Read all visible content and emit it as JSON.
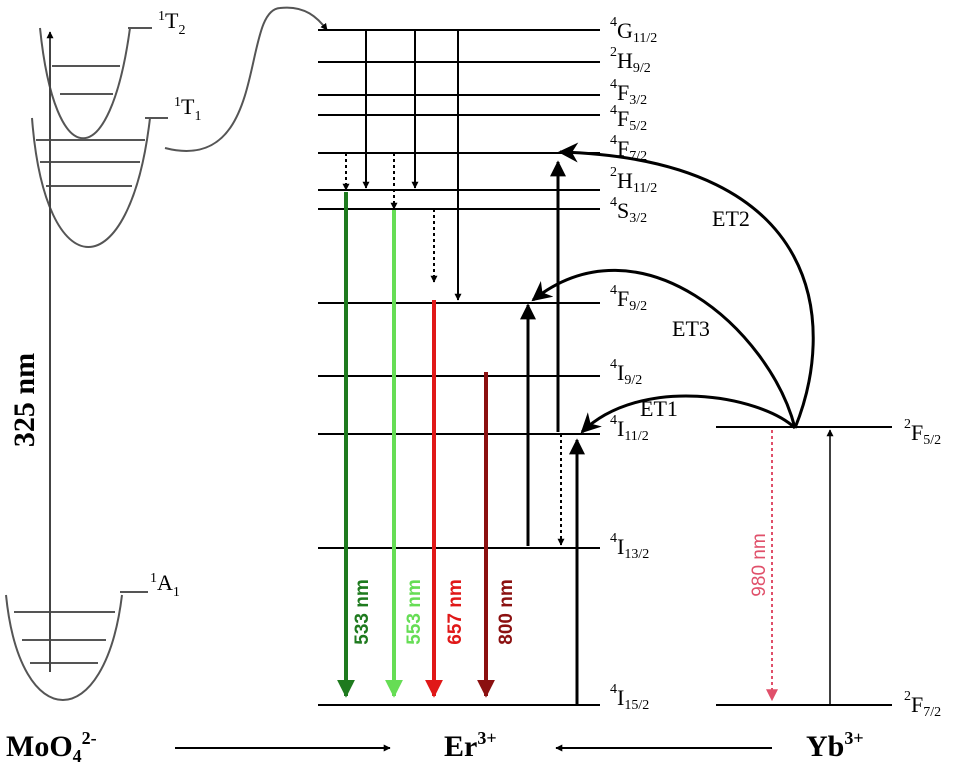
{
  "moo4_states": {
    "t2": {
      "sup": "1",
      "main": "T",
      "sub": "2"
    },
    "t1": {
      "sup": "1",
      "main": "T",
      "sub": "1"
    },
    "a1": {
      "sup": "1",
      "main": "A",
      "sub": "1"
    }
  },
  "excitation_label": "325 nm",
  "er_levels": {
    "g11": {
      "sup": "4",
      "main": "G",
      "sub": "11/2"
    },
    "h9": {
      "sup": "2",
      "main": "H",
      "sub": "9/2"
    },
    "f3": {
      "sup": "4",
      "main": "F",
      "sub": "3/2"
    },
    "f5": {
      "sup": "4",
      "main": "F",
      "sub": "5/2"
    },
    "f7": {
      "sup": "4",
      "main": "F",
      "sub": "7/2"
    },
    "h11": {
      "sup": "2",
      "main": "H",
      "sub": "11/2"
    },
    "s3": {
      "sup": "4",
      "main": "S",
      "sub": "3/2"
    },
    "f9": {
      "sup": "4",
      "main": "F",
      "sub": "9/2"
    },
    "i9": {
      "sup": "4",
      "main": "I",
      "sub": "9/2"
    },
    "i11": {
      "sup": "4",
      "main": "I",
      "sub": "11/2"
    },
    "i13": {
      "sup": "4",
      "main": "I",
      "sub": "13/2"
    },
    "i15": {
      "sup": "4",
      "main": "I",
      "sub": "15/2"
    }
  },
  "yb_levels": {
    "f5": {
      "sup": "2",
      "main": "F",
      "sub": "5/2"
    },
    "f7": {
      "sup": "2",
      "main": "F",
      "sub": "7/2"
    }
  },
  "emissions": [
    {
      "label": "533 nm",
      "color": "#1e7a1e"
    },
    {
      "label": "553 nm",
      "color": "#66dd55"
    },
    {
      "label": "657 nm",
      "color": "#e01818"
    },
    {
      "label": "800 nm",
      "color": "#8b1010"
    }
  ],
  "yb_emission": {
    "label": "980 nm",
    "color": "#e0506a"
  },
  "transfers": {
    "et1": "ET1",
    "et2": "ET2",
    "et3": "ET3"
  },
  "species": {
    "moo4": {
      "main": "MoO",
      "sub": "4",
      "sup": "2-"
    },
    "er": {
      "main": "Er",
      "sup": "3+"
    },
    "yb": {
      "main": "Yb",
      "sup": "3+"
    }
  }
}
